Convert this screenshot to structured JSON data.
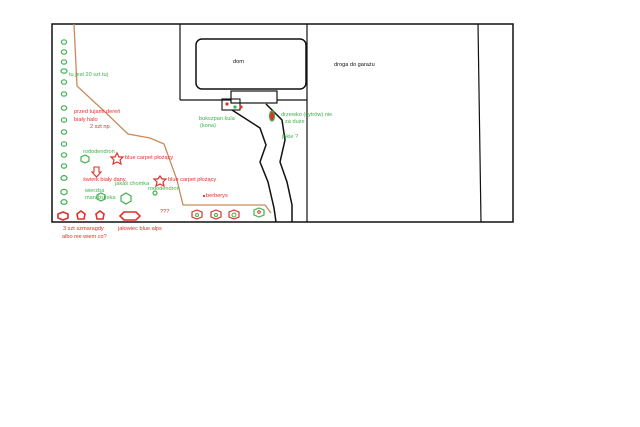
{
  "labels": {
    "dom": "dom",
    "droga": "droga do garażu",
    "tuje": "tu jest 20 szt tuj",
    "przed_tujami": "przed tujami dereń",
    "biały": "biały halo",
    "szt2": "2 szt np.",
    "rododendron1": "rododendron",
    "blue_carpet1": "blue carpet płożący",
    "swierk": "świerk biały dany,",
    "jakas_chomka": "jakaś chomka",
    "blue_carpet2": "blue carpet płożący",
    "wierzba": "wierzba",
    "mandzurska": "mandżurska",
    "rododendron2": "rododendron",
    "berberys": "berberys",
    "pytajniki": "???",
    "bukszpan": "bukszpan kula",
    "kona": "(kona)",
    "drzewko": "drzewko (cytrów) nie",
    "za_duze": "za duże",
    "jakie": "jakie ?",
    "szmaragdy": "3 szt szmaragdy",
    "albo_nie": "albo nie wiem co?",
    "jalowiec": "jałowiec blue alps"
  },
  "colors": {
    "outline": "#111111",
    "path": "#c98a5a",
    "green": "#3cb34a",
    "red": "#e0302a"
  }
}
